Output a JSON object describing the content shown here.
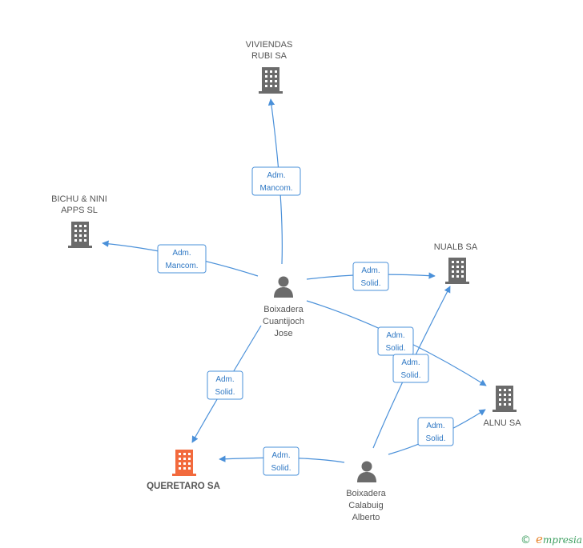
{
  "colors": {
    "edge": "#4a90d9",
    "company": "#6b6b6b",
    "company_highlight": "#f26a3d",
    "person": "#6b6b6b",
    "brand": "#3a9d5d"
  },
  "nodes": {
    "viviendas": {
      "lines": [
        "VIVIENDAS",
        "RUBI SA"
      ],
      "icon": "building-icon"
    },
    "bichu": {
      "lines": [
        "BICHU & NINI",
        "APPS SL"
      ],
      "icon": "building-icon"
    },
    "nualb": {
      "lines": [
        "NUALB SA"
      ],
      "icon": "building-icon"
    },
    "alnu": {
      "lines": [
        "ALNU SA"
      ],
      "icon": "building-icon"
    },
    "queretaro": {
      "lines": [
        "QUERETARO SA"
      ],
      "icon": "building-icon"
    },
    "jose": {
      "lines": [
        "Boixadera",
        "Cuantijoch",
        "Jose"
      ],
      "icon": "person-icon"
    },
    "alberto": {
      "lines": [
        "Boixadera",
        "Calabuig",
        "Alberto"
      ],
      "icon": "person-icon"
    }
  },
  "edge_labels": {
    "jose_viviendas": [
      "Adm.",
      "Mancom."
    ],
    "jose_bichu": [
      "Adm.",
      "Mancom."
    ],
    "jose_nualb": [
      "Adm.",
      "Solid."
    ],
    "jose_alnu": [
      "Adm.",
      "Solid."
    ],
    "jose_queretaro": [
      "Adm.",
      "Solid."
    ],
    "alberto_nualb": [
      "Adm.",
      "Solid."
    ],
    "alberto_alnu": [
      "Adm.",
      "Solid."
    ],
    "alberto_queretaro": [
      "Adm.",
      "Solid."
    ]
  },
  "footer": {
    "copyright_symbol": "©",
    "brand_initial": "e",
    "brand_rest": "mpresia"
  }
}
